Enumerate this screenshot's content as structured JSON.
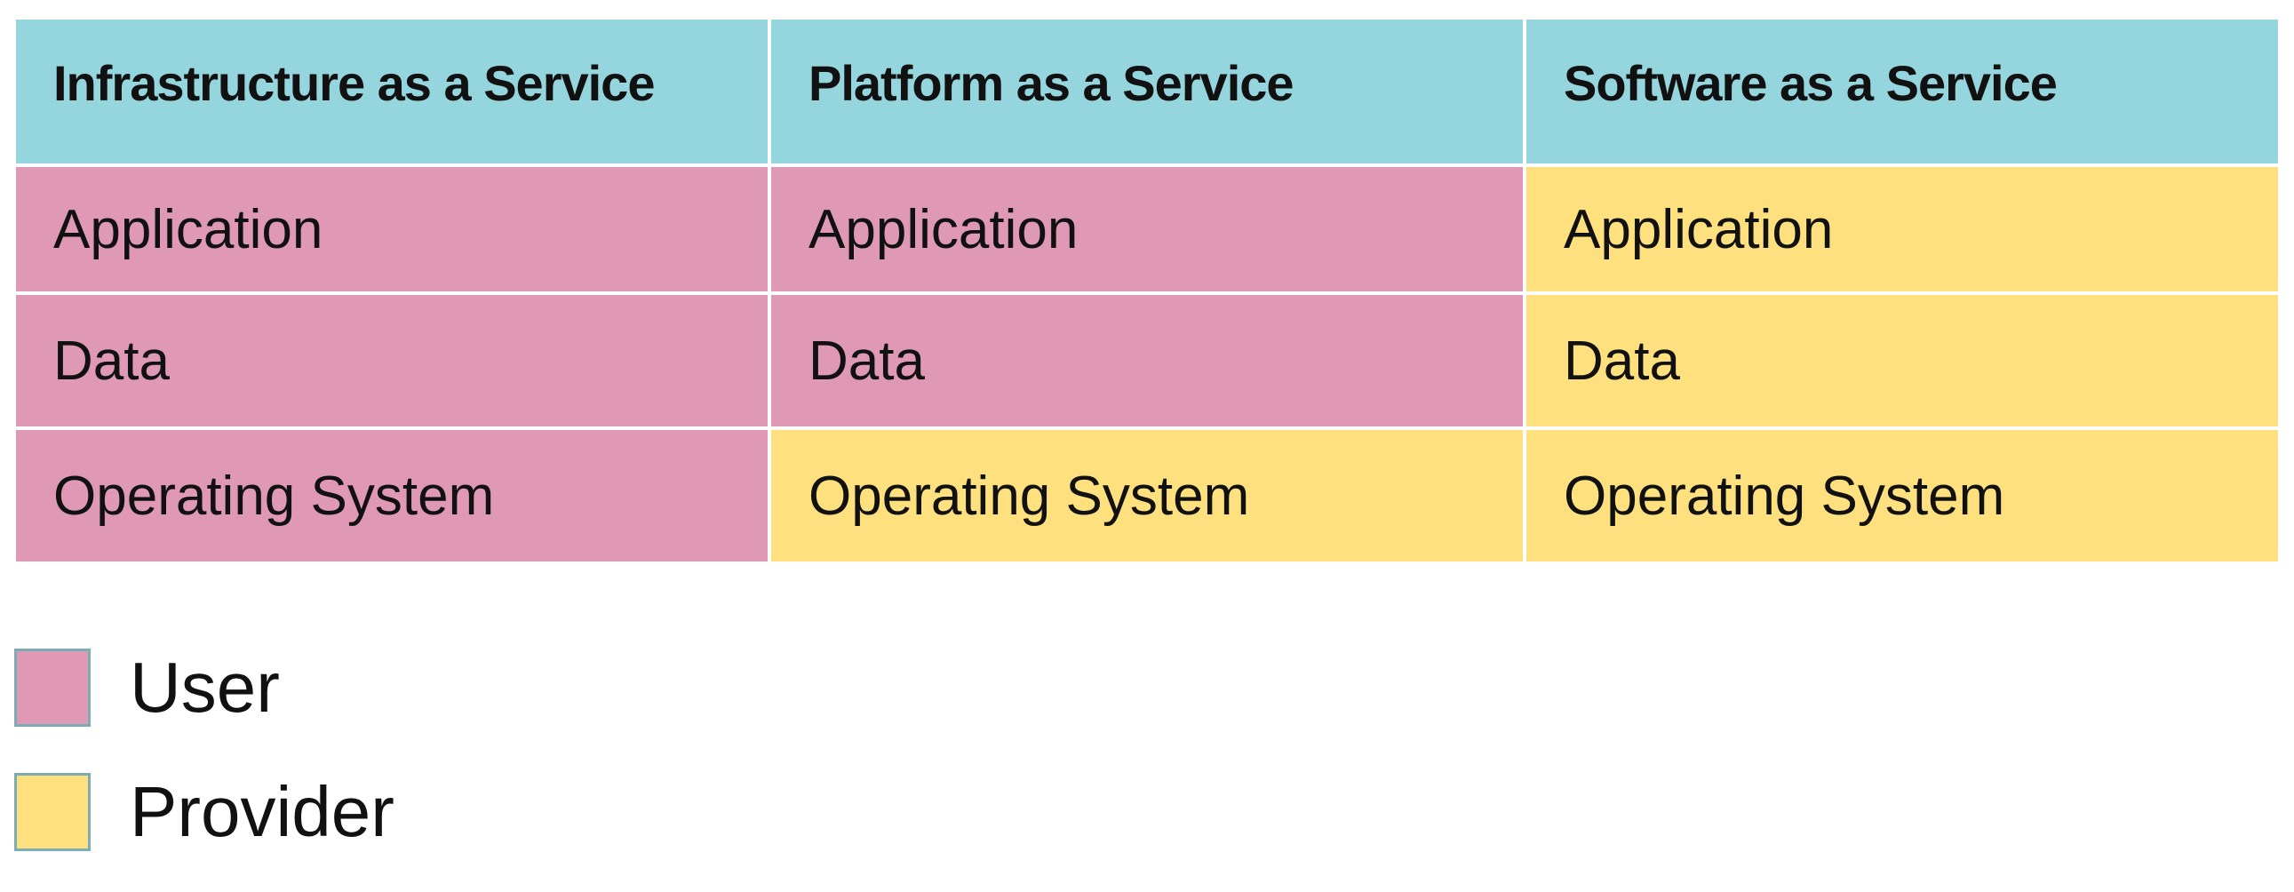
{
  "colors": {
    "header": "#95d5dd",
    "user": "#df99b4",
    "provider": "#fee17e"
  },
  "columns": [
    {
      "title": "Infrastructure as a Service",
      "rows": [
        {
          "label": "Application",
          "owner": "user"
        },
        {
          "label": "Data",
          "owner": "user"
        },
        {
          "label": "Operating System",
          "owner": "user"
        }
      ]
    },
    {
      "title": "Platform as a Service",
      "rows": [
        {
          "label": "Application",
          "owner": "user"
        },
        {
          "label": "Data",
          "owner": "user"
        },
        {
          "label": "Operating System",
          "owner": "provider"
        }
      ]
    },
    {
      "title": "Software as a Service",
      "rows": [
        {
          "label": "Application",
          "owner": "provider"
        },
        {
          "label": "Data",
          "owner": "provider"
        },
        {
          "label": "Operating System",
          "owner": "provider"
        }
      ]
    }
  ],
  "legend": [
    {
      "label": "User",
      "owner": "user"
    },
    {
      "label": "Provider",
      "owner": "provider"
    }
  ]
}
